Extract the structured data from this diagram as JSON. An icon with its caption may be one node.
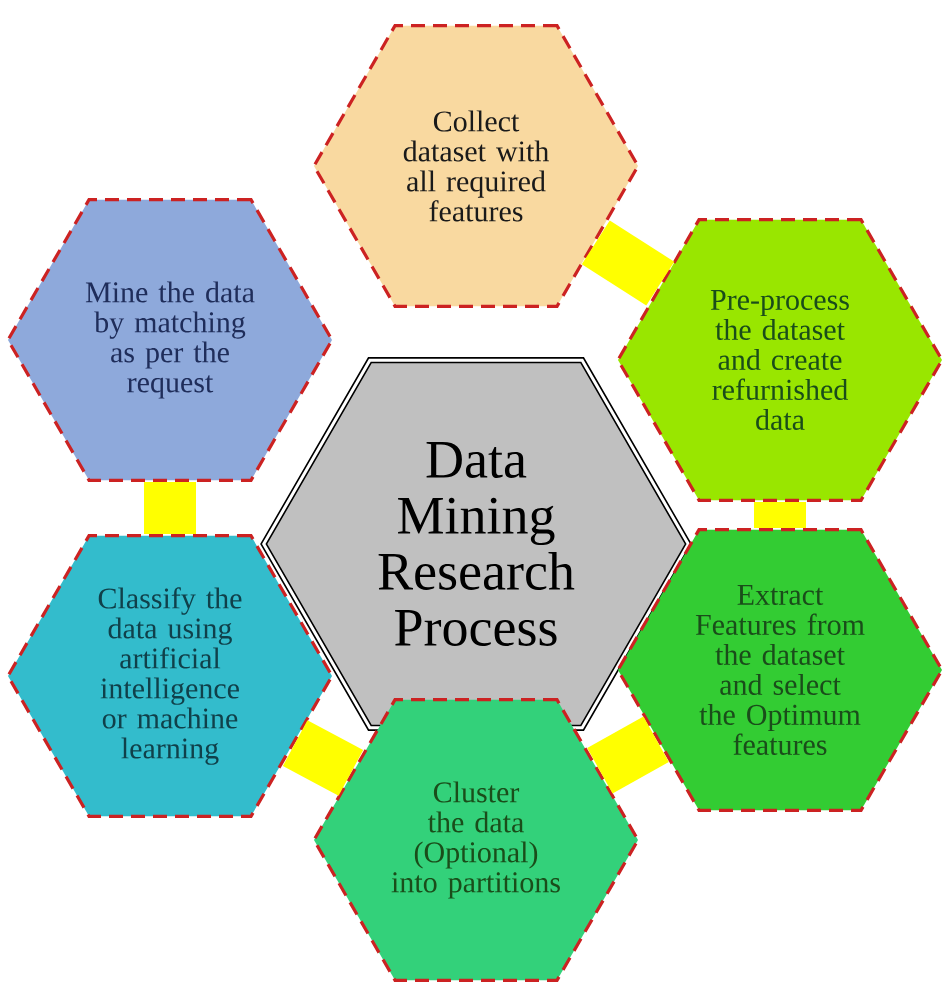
{
  "diagram": {
    "nodes": [
      {
        "text": [
          "Collect dataset with all required features"
        ]
      },
      {
        "text": [
          "Mine the data by matching as per the request"
        ]
      },
      {
        "text": [
          "Pre-process the dataset and create refurnished data"
        ]
      },
      {
        "text": [
          "Data Mining Research Process"
        ]
      },
      {
        "text": [
          "Classify the data using artificial intelligence or machine learning"
        ]
      },
      {
        "text": [
          "Extract Features from the dataset and select the Optimum features"
        ]
      },
      {
        "text": [
          "Cluster the data (Optional) into partitions"
        ]
      }
    ],
    "edges": [
      {
        "from": 0,
        "to": 2,
        "arrow": "none",
        "color": "#ffff00"
      },
      {
        "from": 2,
        "to": 5,
        "arrow": "none",
        "color": "#ffff00"
      },
      {
        "from": 5,
        "to": 6,
        "arrow": "none",
        "color": "#ffff00"
      },
      {
        "from": 6,
        "to": 4,
        "arrow": "none",
        "color": "#ffff00"
      },
      {
        "from": 4,
        "to": 1,
        "arrow": "none",
        "color": "#ffff00"
      }
    ]
  }
}
